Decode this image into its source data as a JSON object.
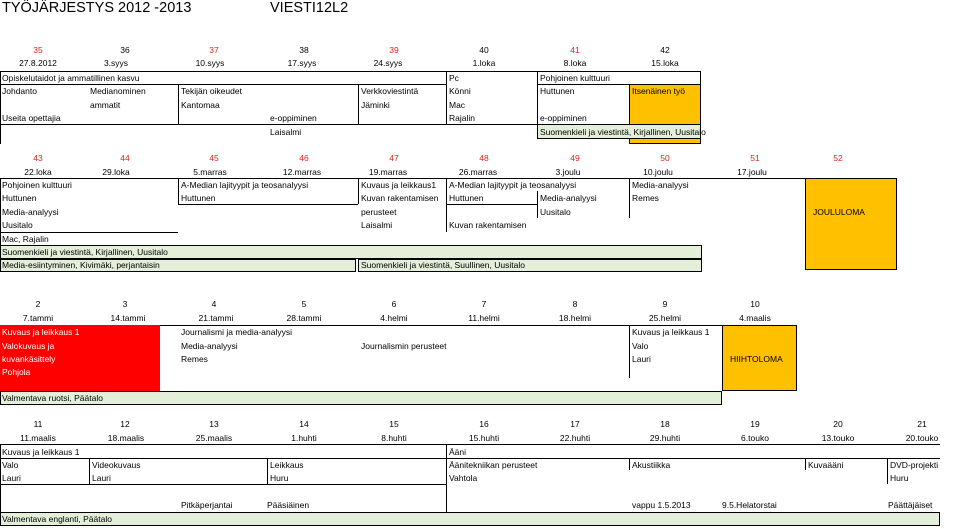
{
  "header": {
    "title": "TYÖJÄRJESTYS  2012 -2013",
    "class_name": "VIESTI12L2"
  },
  "block1": {
    "weeks": [
      "35",
      "36",
      "37",
      "38",
      "39",
      "40",
      "41",
      "42"
    ],
    "dates": [
      "27.8.2012",
      "3.syys",
      "10.syys",
      "17.syys",
      "24.syys",
      "1.loka",
      "8.loka",
      "15.loka"
    ],
    "cells": {
      "r1_a": "Opiskelutaidot ja ammatillinen kasvu",
      "r1_pc": "Pc",
      "r1_pk": "Pohjoinen kulttuuri",
      "r2_johdanto": "Johdanto",
      "r2_medianominen": "Medianominen",
      "r2_tekijan": "Tekijän oikeudet",
      "r2_verkko": "Verkkoviestintä",
      "r2_konni": "Könni",
      "r2_huttunen": "Huttunen",
      "r2_itsenainen": "Itsenäinen työ",
      "r3_ammatit": "ammatit",
      "r3_kantomaa": "Kantomaa",
      "r3_jaminki": "Jäminki",
      "r3_mac": "Mac",
      "r4_useita": "Useita opettajia",
      "r4_eopp1": "e-oppiminen",
      "r4_rajalin": "Rajalin",
      "r4_eopp2": "e-oppiminen",
      "r5_laisalmi": "Laisalmi",
      "r5_suomenkieli": "Suomenkieli ja viestintä, Kirjallinen, Uusitalo"
    }
  },
  "block2": {
    "weeks": [
      "43",
      "44",
      "45",
      "46",
      "47",
      "48",
      "49",
      "50",
      "51",
      "52"
    ],
    "dates": [
      "22.loka",
      "29.loka",
      "5.marras",
      "12.marras",
      "19.marras",
      "26.marras",
      "3.joulu",
      "10.joulu",
      "17.joulu"
    ],
    "cells": {
      "r1_pk": "Pohjoinen kulttuuri",
      "r1_amedian": "A-Median lajityypit ja teosanalyysi",
      "r1_kuvaus": "Kuvaus ja leikkaus1",
      "r1_amedian2": "A-Median lajityypit ja teosanalyysi",
      "r1_mediaan": "Media-analyysi",
      "r2_huttunen": "Huttunen",
      "r2_huttunen2": "Huttunen",
      "r2_kuvan": "Kuvan rakentamisen",
      "r2_huttunen3": "Huttunen",
      "r2_mediaan": "Media-analyysi",
      "r2_remes": "Remes",
      "r3_mediaan": "Media-analyysi",
      "r3_perusteet": "perusteet",
      "r3_uusitalo": "Uusitalo",
      "r3_jouluLoma": "JOULULOMA",
      "r4_uusitalo": "Uusitalo",
      "r4_laisalmi": "Laisalmi",
      "r4_kuvan": "Kuvan rakentamisen",
      "r5_mac": "Mac, Rajalin",
      "r6_suomenkieli": "Suomenkieli ja viestintä, Kirjallinen, Uusitalo",
      "r7_mediaesiintyminen": "Media-esiintyminen, Kivimäki, perjantaisin",
      "r7_suomenkieli": "Suomenkieli ja viestintä, Suullinen, Uusitalo"
    }
  },
  "block3": {
    "weeks": [
      "2",
      "3",
      "4",
      "5",
      "6",
      "7",
      "8",
      "9",
      "10"
    ],
    "dates": [
      "7.tammi",
      "14.tammi",
      "21.tammi",
      "28.tammi",
      "4.helmi",
      "11.helmi",
      "18.helmi",
      "25.helmi",
      "4.maalis"
    ],
    "cells": {
      "r1_kuvaus": "Kuvaus ja leikkaus 1",
      "r1_journalismi": "Journalismi ja media-analyysi",
      "r1_kuvaus2": "Kuvaus ja leikkaus 1",
      "r2_valokuvaus": "Valokuvaus ja",
      "r2_mediaan": "Media-analyysi",
      "r2_journalismin": "Journalismin perusteet",
      "r2_valo": "Valo",
      "r3_kuvankasittely": "kuvankäsittely",
      "r3_remes": "Remes",
      "r3_lauri": "Lauri",
      "r3_hiihtoloma": "HIIHTOLOMA",
      "r4_pohjola": "Pohjola",
      "r5_valmentava": "Valmentava ruotsi, Päätalo"
    }
  },
  "block4": {
    "weeks": [
      "11",
      "12",
      "13",
      "14",
      "15",
      "16",
      "17",
      "18",
      "19",
      "20",
      "21"
    ],
    "dates": [
      "11.maalis",
      "18.maalis",
      "25.maalis",
      "1.huhti",
      "8.huhti",
      "15.huhti",
      "22.huhti",
      "29.huhti",
      "6.touko",
      "13.touko",
      "20.touko"
    ],
    "cells": {
      "r1_kuvaus": "Kuvaus ja leikkaus 1",
      "r1_aani": "Ääni",
      "r2_valo": "Valo",
      "r2_videokuvaus": "Videokuvaus",
      "r2_leikkaus": "Leikkaus",
      "r2_aanitekniikan": "Äänitekniikan perusteet",
      "r2_akustiikka": "Akustiikka",
      "r2_kuvaaani": "Kuvaääni",
      "r2_dvd": "DVD-projekti",
      "r3_lauri1": "Lauri",
      "r3_lauri2": "Lauri",
      "r3_huru": "Huru",
      "r3_vahtola": "Vahtola",
      "r3_huru2": "Huru",
      "r4_pitkaperjantai": "Pitkäperjantai",
      "r4_paasiainen": "Pääsiäinen",
      "r4_vappu": "vappu 1.5.2013",
      "r4_helatorstai": "9.5.Helatorstai",
      "r4_paattajaiset": "Päättäjäiset",
      "r5_valmentava": "Valmentava englanti, Päätalo"
    }
  },
  "colors": {
    "red_text": "#e0211a",
    "green_fill": "#e3efd9",
    "orange_fill": "#ffc000",
    "red_fill": "#ff0000"
  }
}
